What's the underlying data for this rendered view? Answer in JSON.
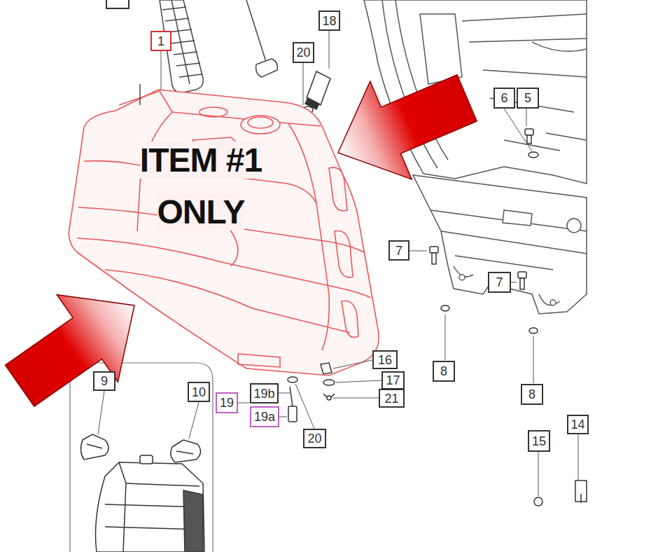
{
  "diagram": {
    "nodes": [
      {
        "text": [
          "18"
        ]
      },
      {
        "text": [
          "1"
        ]
      },
      {
        "text": [
          "20"
        ]
      },
      {
        "text": [
          "6"
        ]
      },
      {
        "text": [
          "5"
        ]
      },
      {
        "text": [
          "7"
        ]
      },
      {
        "text": [
          "7"
        ]
      },
      {
        "text": [
          "16"
        ]
      },
      {
        "text": [
          "9"
        ]
      },
      {
        "text": [
          "17"
        ]
      },
      {
        "text": [
          "8"
        ]
      },
      {
        "text": [
          "19b"
        ]
      },
      {
        "text": [
          "10"
        ]
      },
      {
        "text": [
          "21"
        ]
      },
      {
        "text": [
          "8"
        ]
      },
      {
        "text": [
          "19"
        ]
      },
      {
        "text": [
          "19a"
        ]
      },
      {
        "text": [
          "14"
        ]
      },
      {
        "text": [
          "15"
        ]
      },
      {
        "text": [
          "20"
        ]
      }
    ],
    "labels": [
      "ITEM #1 ONLY"
    ]
  }
}
